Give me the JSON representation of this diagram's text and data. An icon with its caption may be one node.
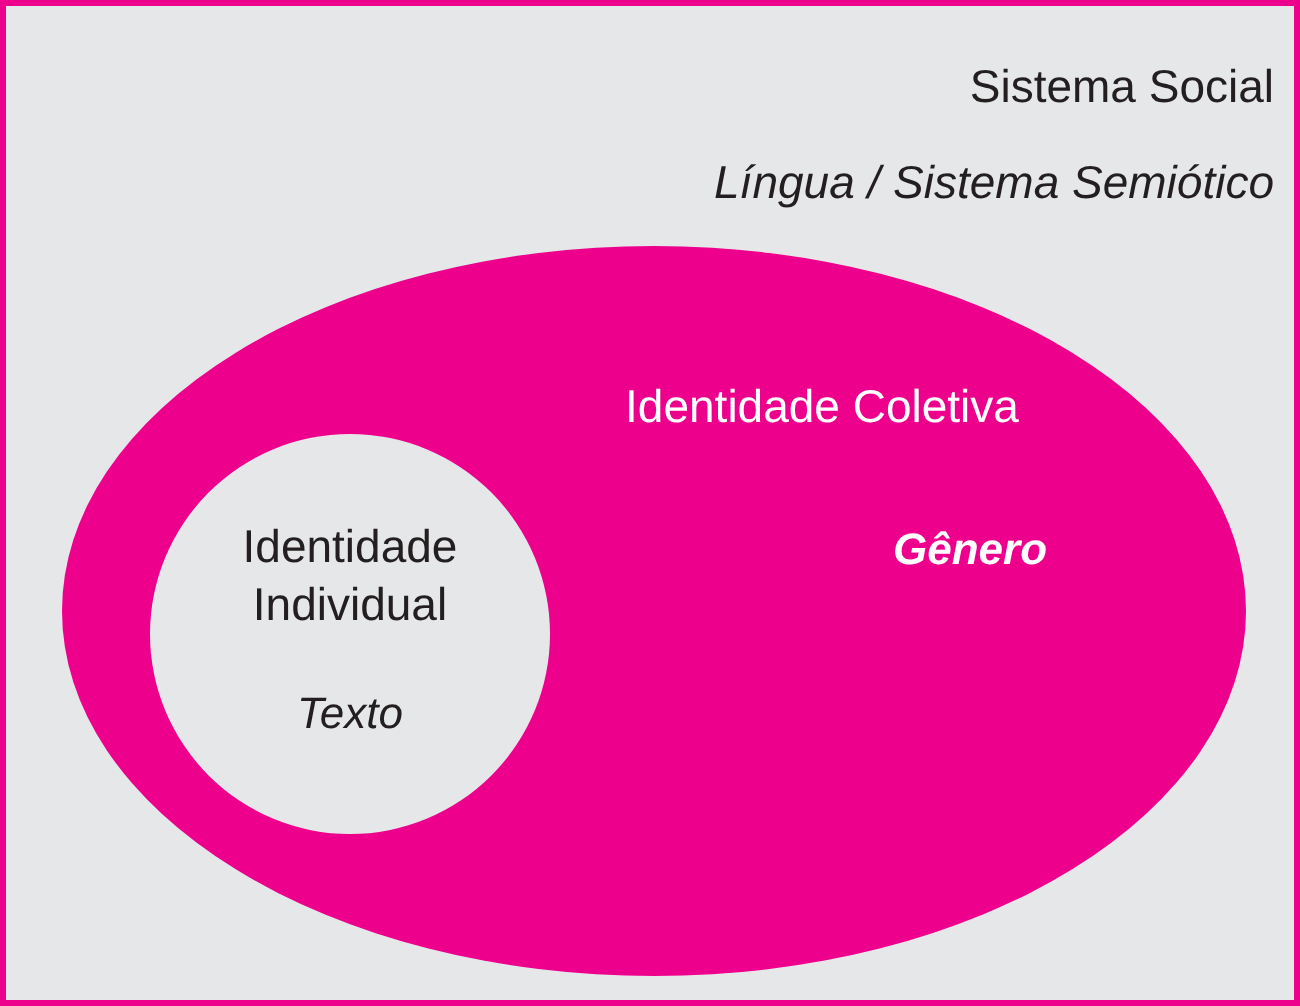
{
  "diagram": {
    "nodes": [
      {
        "text": [
          "Sistema Social",
          "Língua / Sistema Semiótico"
        ]
      },
      {
        "text": [
          "Identidade Coletiva",
          "Gênero"
        ],
        "in": 0
      },
      {
        "text": [
          "Identidade Individual",
          "Texto"
        ],
        "in": 1
      }
    ]
  }
}
